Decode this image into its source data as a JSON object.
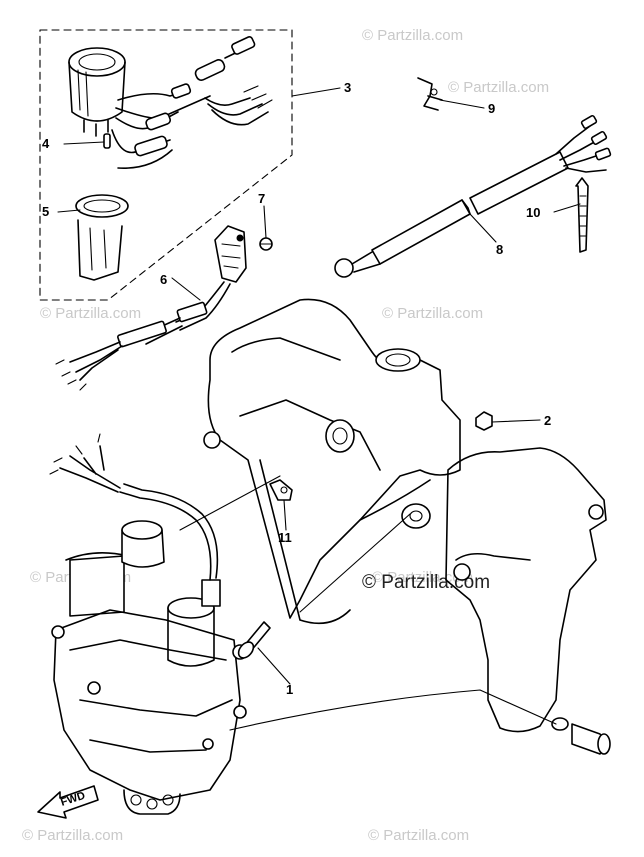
{
  "watermark": "© Partzilla.com",
  "fwd_label": "FWD",
  "callouts": {
    "c1": "1",
    "c2": "2",
    "c3": "3",
    "c4": "4",
    "c5": "5",
    "c6": "6",
    "c7": "7",
    "c8": "8",
    "c9": "9",
    "c10": "10",
    "c11": "11"
  }
}
